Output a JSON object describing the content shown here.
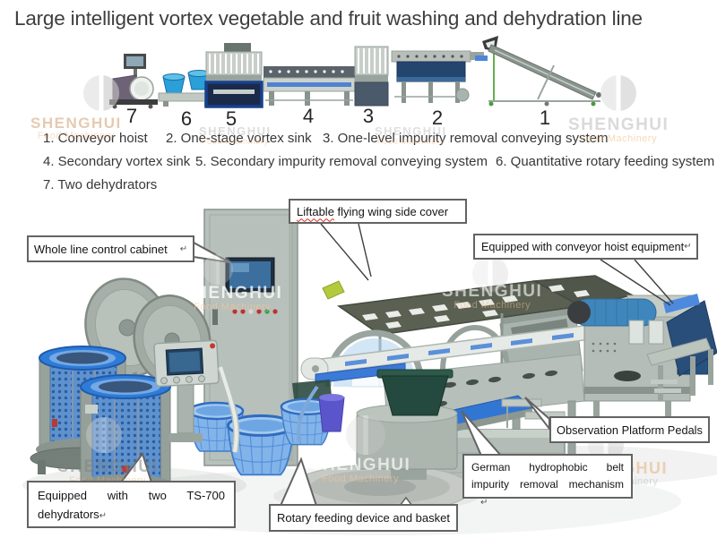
{
  "title": "Large intelligent vortex vegetable and fruit washing and dehydration line",
  "diagram": {
    "numbers": [
      "7",
      "6",
      "5",
      "4",
      "3",
      "2",
      "1"
    ]
  },
  "legend": {
    "rows": [
      [
        "1. Conveyor hoist",
        "2. One-stage vortex sink",
        "3. One-level impurity removal conveying system"
      ],
      [
        "4. Secondary vortex sink",
        "5. Secondary impurity removal conveying system",
        "6. Quantitative rotary feeding system"
      ],
      [
        "7. Two dehydrators"
      ]
    ]
  },
  "callouts": {
    "whole_line": {
      "text": "Whole line control cabinet",
      "mark": "↵"
    },
    "liftable": {
      "word": "Liftable",
      "rest": " flying wing side cover"
    },
    "hoist": {
      "text": "Equipped with conveyor hoist equipment",
      "mark": "↵"
    },
    "observation": {
      "text": "Observation Platform Pedals"
    },
    "german": {
      "text": "German hydrophobic belt impurity removal mechanism",
      "mark": "↵"
    },
    "ts700": {
      "text": "Equipped with two TS-700 dehydrators",
      "mark": "↵"
    },
    "rotary": {
      "text": "Rotary feeding device and basket"
    }
  },
  "watermark": {
    "brand": "SHENGHUI",
    "sub": "Food Machinery"
  },
  "colors": {
    "belt_blue": "#2f6fd0",
    "basket_blue": "#82b4ea",
    "basket_rim_blue": "#2f6cc0",
    "machine_gray": "#b6bfb9",
    "canopy_olive": "#5a6153",
    "hopper_teal": "#24493e",
    "tank_navy": "#27517f",
    "callout_border": "#636363",
    "title_text": "#3e3e3e",
    "squiggle_red": "#d8281e",
    "watermark_orange": "#e9b98c"
  }
}
